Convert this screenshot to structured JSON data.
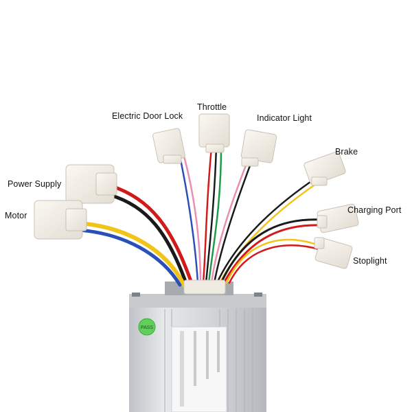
{
  "labels": {
    "electric_door_lock": "Electric Door Lock",
    "throttle": "Throttle",
    "indicator_light": "Indicator Light",
    "brake": "Brake",
    "power_supply": "Power Supply",
    "motor": "Motor",
    "charging_port": "Charging Port",
    "stoplight": "Stoplight"
  },
  "controller_sticker": {
    "pass_badge": "PASS"
  },
  "colors": {
    "wire_red": "#d11a1a",
    "wire_black": "#1a1a1a",
    "wire_yellow": "#f0c419",
    "wire_blue": "#2a4fb8",
    "wire_green": "#1f9a4a",
    "wire_pink": "#e98fb0",
    "connector_white": "#f4f0ea",
    "housing_silver": "#d3d6d9",
    "pass_green": "#5fd15a"
  }
}
